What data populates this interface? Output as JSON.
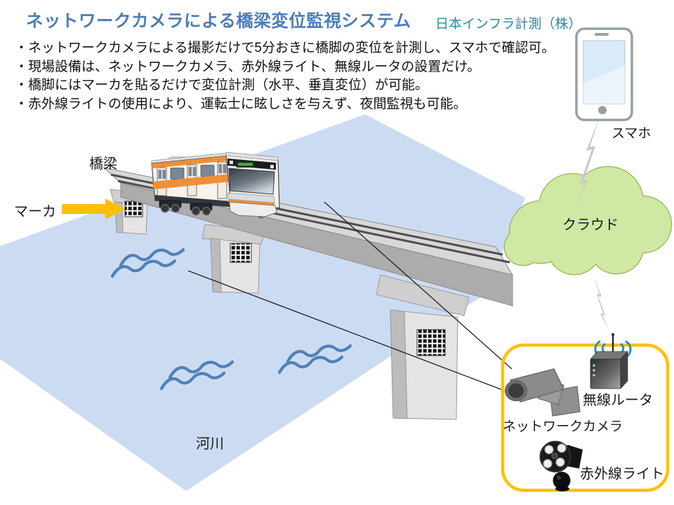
{
  "header": {
    "title": "ネットワークカメラによる橋梁変位監視システム",
    "company": "日本インフラ計測（株）"
  },
  "bullets": [
    "・ネットワークカメラによる撮影だけで5分おきに橋脚の変位を計測し、スマホで確認可。",
    "・現場設備は、ネットワークカメラ、赤外線ライト、無線ルータの設置だけ。",
    "・橋脚にはマーカを貼るだけで変位計測（水平、垂直変位）が可能。",
    "・赤外線ライトの使用により、運転士に眩しさを与えず、夜間監視も可能。"
  ],
  "diagram_labels": {
    "bridge": "橋梁",
    "marker": "マーカ",
    "river": "河川",
    "smartphone": "スマホ",
    "cloud": "クラウド",
    "wireless_router": "無線ルータ",
    "network_camera": "ネットワークカメラ",
    "infrared_light": "赤外線ライト"
  },
  "colors": {
    "title_blue": "#4C7CB8",
    "company_teal": "#31859C",
    "river_blue": "#CBDCF2",
    "wave_blue": "#5080B8",
    "cloud_fill": "#CFE8A3",
    "cloud_border": "#94B64E",
    "highlight_box_yellow": "#FFC000",
    "marker_arrow_yellow": "#FFC000",
    "train_orange": "#EF8F38"
  }
}
